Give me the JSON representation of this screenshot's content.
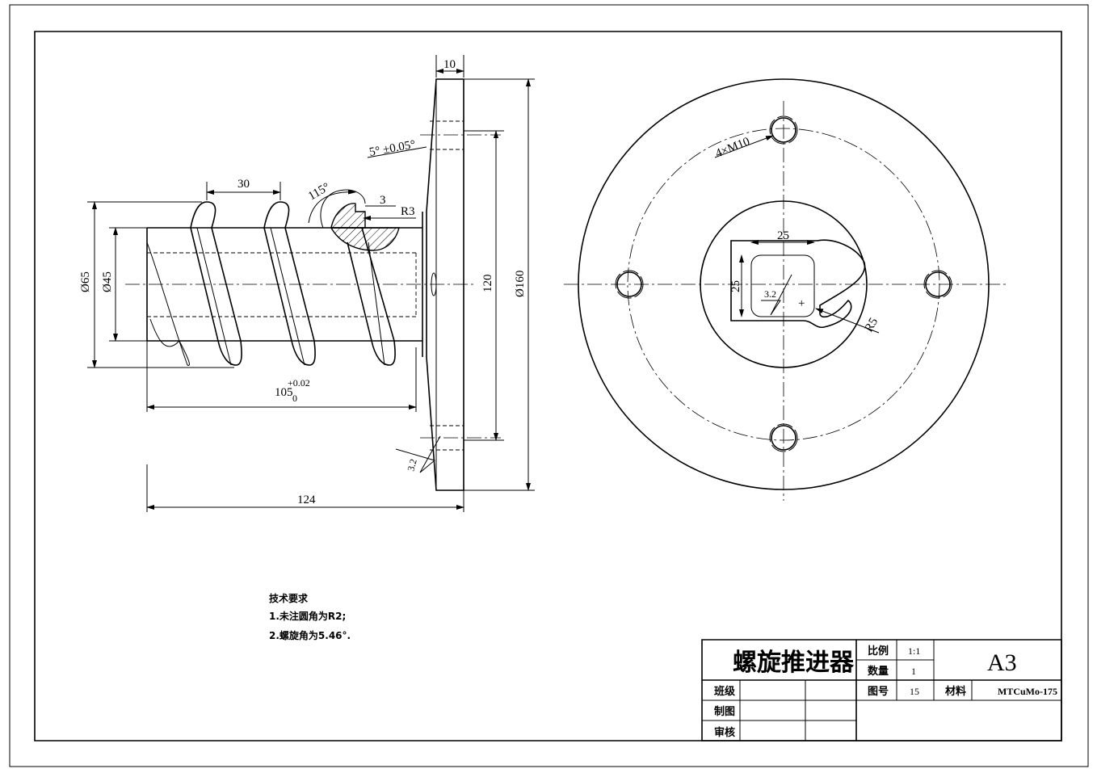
{
  "side_view": {
    "dim_flange_thickness": "10",
    "dim_taper_angle": "5° ±0.05°",
    "dim_pitch": "30",
    "dim_thread_angle": "115°",
    "dim_thread_depth": "3",
    "dim_root_radius": "R3",
    "dim_outer_diameter": "Ø65",
    "dim_core_diameter": "Ø45",
    "dim_screw_length": "105",
    "dim_screw_length_upper_tol": "+0.02",
    "dim_screw_length_lower_tol": "0",
    "dim_total_length": "124",
    "dim_bolt_circle": "120",
    "dim_flange_diameter": "Ø160",
    "roughness_face": "3.2"
  },
  "end_view": {
    "label_holes": "4×M10",
    "dim_square_width": "25",
    "dim_square_height": "25",
    "roughness_square": "3.2",
    "dim_corner_radius": "R5"
  },
  "notes": {
    "heading": "技术要求",
    "line1": "1.未注圆角为R2;",
    "line2": "2.螺旋角为5.46°."
  },
  "title_block": {
    "title": "螺旋推进器",
    "scale_label": "比例",
    "scale_value": "1:1",
    "quantity_label": "数量",
    "quantity_value": "1",
    "sheet_size": "A3",
    "drawing_no_label": "图号",
    "drawing_no_value": "15",
    "material_label": "材料",
    "material_value": "MTCuMo-175",
    "class_label": "班级",
    "drawn_label": "制图",
    "checked_label": "审核"
  }
}
